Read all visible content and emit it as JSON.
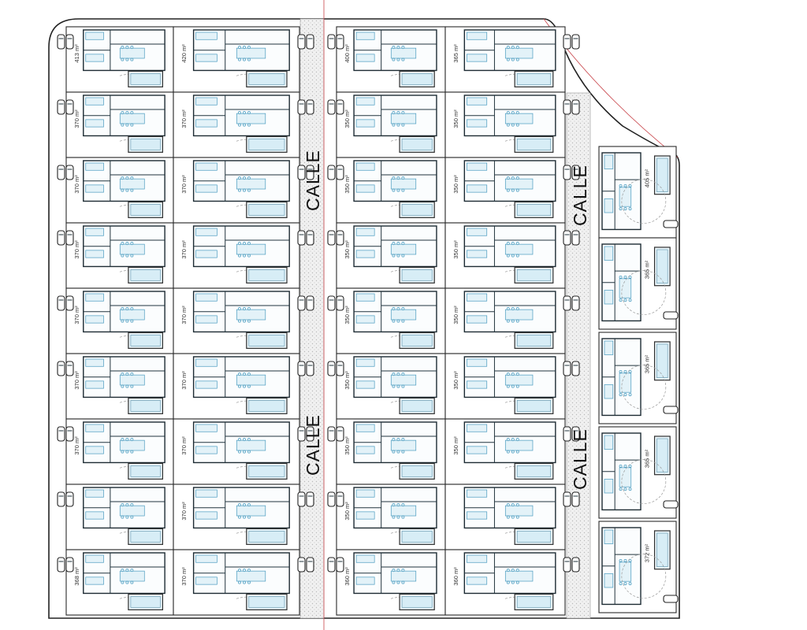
{
  "street_label": "CALLE",
  "area_unit": "m²",
  "lots": {
    "col1": [
      "413",
      "370",
      "370",
      "370",
      "370",
      "370",
      "370",
      "",
      "368"
    ],
    "col2": [
      "420",
      "370",
      "370",
      "370",
      "370",
      "370",
      "370",
      "370",
      "370"
    ],
    "col3": [
      "400",
      "350",
      "350",
      "350",
      "350",
      "350",
      "350",
      "350",
      "360"
    ],
    "col4": [
      "365",
      "350",
      "350",
      "350",
      "350",
      "350",
      "350",
      "",
      "360"
    ],
    "col5": [
      "405",
      "365",
      "365",
      "365",
      "372"
    ]
  }
}
